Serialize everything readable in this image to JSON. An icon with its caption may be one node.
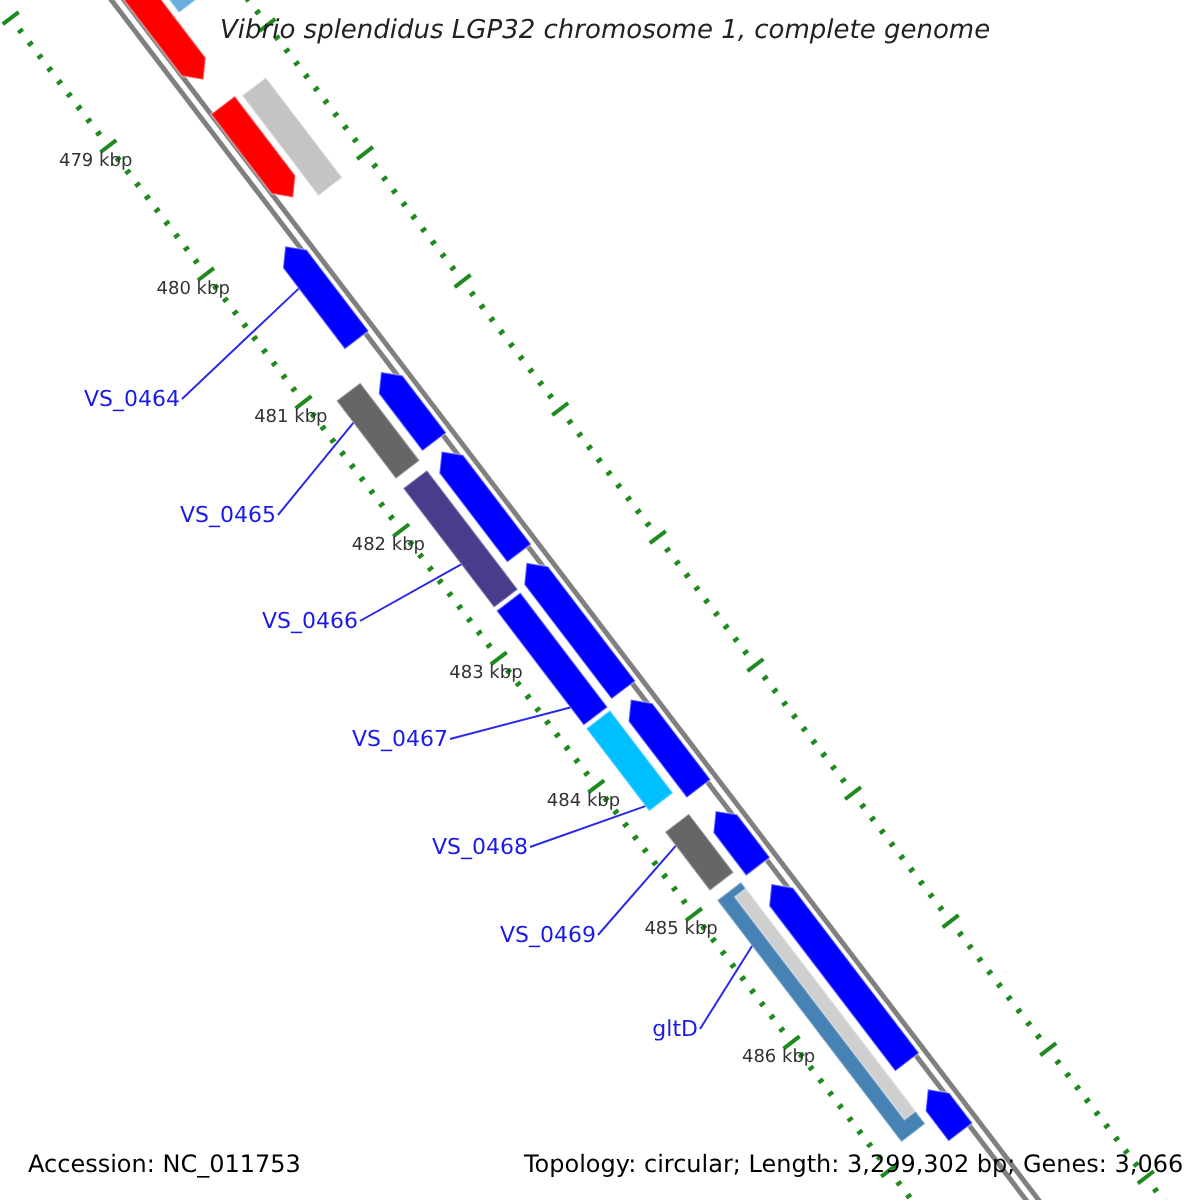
{
  "diagram": {
    "title": "Vibrio splendidus LGP32 chromosome 1, complete genome",
    "nodes": [
      {
        "text": [],
        "shape": "arrow"
      },
      {
        "text": [],
        "shape": "bar"
      },
      {
        "text": [],
        "shape": "bar"
      },
      {
        "text": [],
        "shape": "arrow"
      },
      {
        "text": [],
        "shape": "arrow"
      },
      {
        "text": [],
        "shape": "arrow"
      },
      {
        "text": [],
        "shape": "bar"
      },
      {
        "text": [],
        "shape": "arrow"
      },
      {
        "text": [],
        "shape": "bar"
      },
      {
        "text": [],
        "shape": "arrow"
      },
      {
        "text": [],
        "shape": "bar"
      },
      {
        "text": [],
        "shape": "bar"
      },
      {
        "text": [],
        "shape": "arrow"
      },
      {
        "text": [],
        "shape": "bar"
      },
      {
        "text": [],
        "shape": "arrow"
      },
      {
        "text": [],
        "shape": "bar"
      },
      {
        "text": [],
        "shape": "bar",
        "in": 15
      },
      {
        "text": [],
        "shape": "arrow"
      },
      {
        "text": [],
        "shape": "arrow"
      },
      {
        "text": [
          "VS_0464"
        ]
      },
      {
        "text": [
          "VS_0465"
        ]
      },
      {
        "text": [
          "VS_0466"
        ]
      },
      {
        "text": [
          "VS_0467"
        ]
      },
      {
        "text": [
          "VS_0468"
        ]
      },
      {
        "text": [
          "VS_0469"
        ]
      },
      {
        "text": [
          "gltD"
        ]
      }
    ],
    "edges": [
      {
        "from": 19,
        "to": 4,
        "arrow": "none"
      },
      {
        "from": 20,
        "to": 6,
        "arrow": "none"
      },
      {
        "from": 21,
        "to": 8,
        "arrow": "none"
      },
      {
        "from": 22,
        "to": 10,
        "arrow": "none"
      },
      {
        "from": 23,
        "to": 11,
        "arrow": "none"
      },
      {
        "from": 24,
        "to": 13,
        "arrow": "none"
      },
      {
        "from": 25,
        "to": 15,
        "arrow": "none"
      }
    ],
    "labels": [
      "479 kbp",
      "480 kbp",
      "481 kbp",
      "482 kbp",
      "483 kbp",
      "484 kbp",
      "485 kbp",
      "486 kbp",
      "Accession: NC_011753",
      "Topology: circular; Length: 3,299,302 bp; Genes: 3,066"
    ]
  }
}
